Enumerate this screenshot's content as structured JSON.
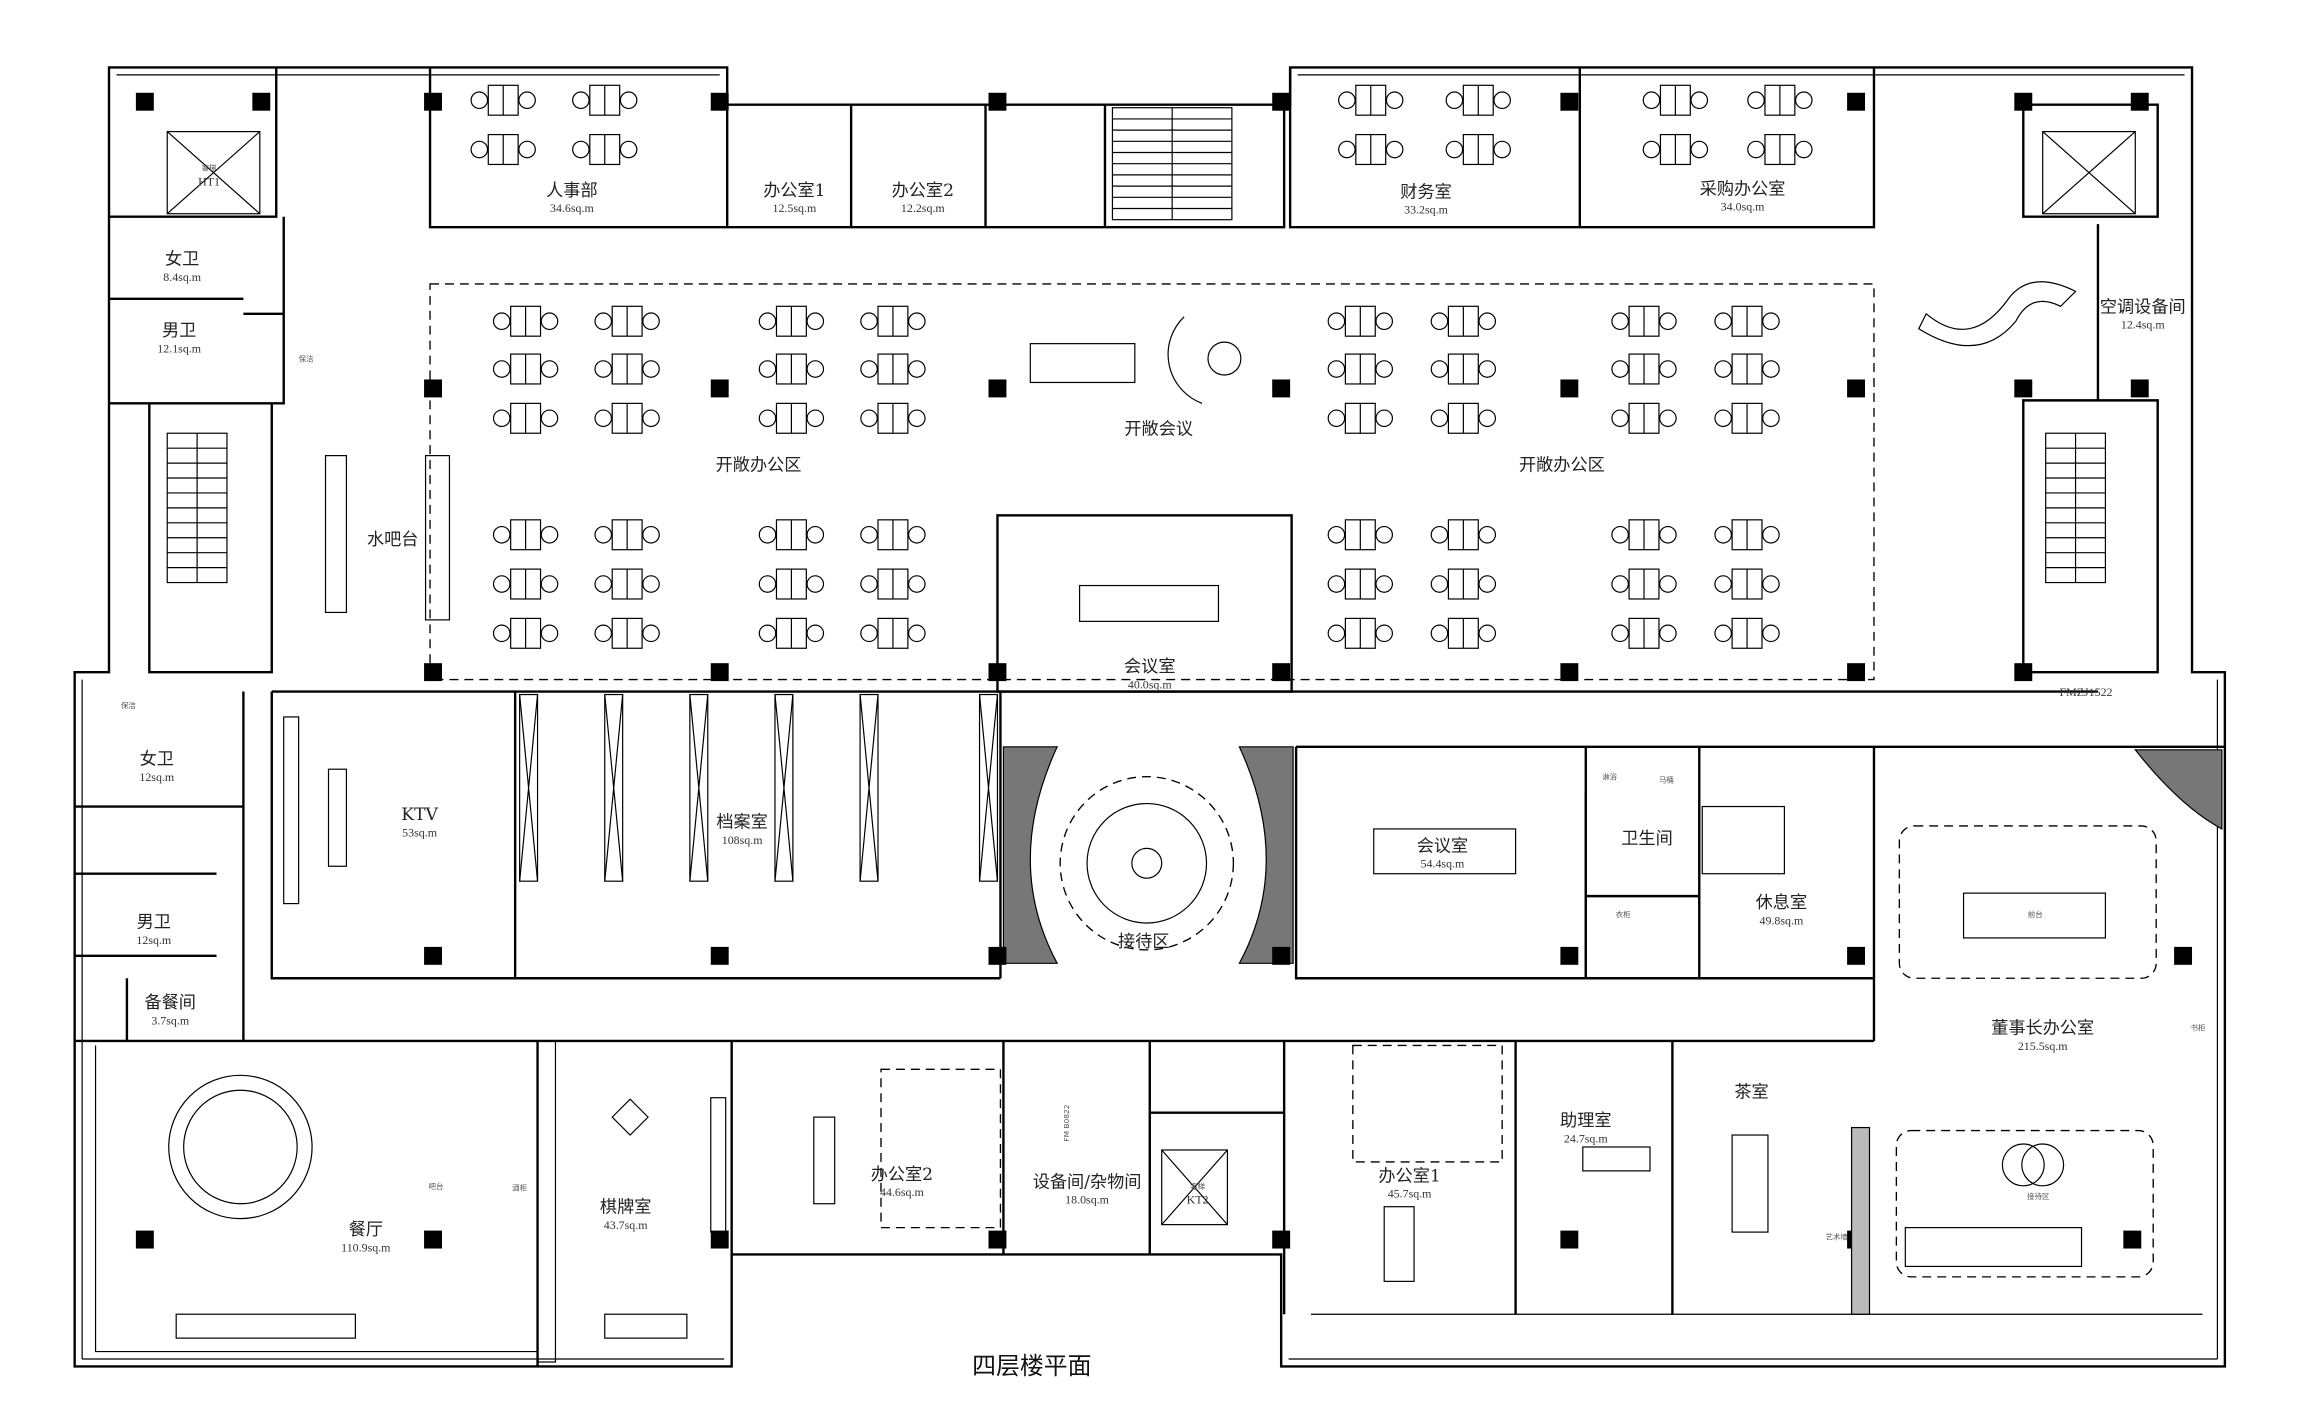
{
  "title": "四层楼平面",
  "rooms": {
    "hr": {
      "name": "人事部",
      "area": "34.6sq.m"
    },
    "office1_top": {
      "name": "办公室1",
      "area": "12.5sq.m"
    },
    "office2_top": {
      "name": "办公室2",
      "area": "12.2sq.m"
    },
    "finance": {
      "name": "财务室",
      "area": "33.2sq.m"
    },
    "purchasing": {
      "name": "采购办公室",
      "area": "34.0sq.m"
    },
    "women_wc_top": {
      "name": "女卫",
      "area": "8.4sq.m"
    },
    "men_wc_top": {
      "name": "男卫",
      "area": "12.1sq.m"
    },
    "hvac": {
      "name": "空调设备间",
      "area": "12.4sq.m"
    },
    "open_office_left": {
      "name": "开敞办公区"
    },
    "open_office_right": {
      "name": "开敞办公区"
    },
    "open_meeting": {
      "name": "开敞会议"
    },
    "water_bar": {
      "name": "水吧台"
    },
    "meeting_small": {
      "name": "会议室",
      "area": "40.0sq.m"
    },
    "women_wc_low": {
      "name": "女卫",
      "area": "12sq.m"
    },
    "men_wc_low": {
      "name": "男卫",
      "area": "12sq.m"
    },
    "pantry": {
      "name": "备餐间",
      "area": "3.7sq.m"
    },
    "ktv": {
      "name": "KTV",
      "area": "53sq.m"
    },
    "archive": {
      "name": "档案室",
      "area": "108sq.m"
    },
    "reception": {
      "name": "接待区"
    },
    "meeting_large": {
      "name": "会议室",
      "area": "54.4sq.m"
    },
    "washroom": {
      "name": "卫生间"
    },
    "rest": {
      "name": "休息室",
      "area": "49.8sq.m"
    },
    "chairman": {
      "name": "董事长办公室",
      "area": "215.5sq.m"
    },
    "dining": {
      "name": "餐厅",
      "area": "110.9sq.m"
    },
    "chess": {
      "name": "棋牌室",
      "area": "43.7sq.m"
    },
    "office2_low": {
      "name": "办公室2",
      "area": "44.6sq.m"
    },
    "equipment": {
      "name": "设备间/杂物间",
      "area": "18.0sq.m"
    },
    "office1_low": {
      "name": "办公室1",
      "area": "45.7sq.m"
    },
    "assistant": {
      "name": "助理室",
      "area": "24.7sq.m"
    },
    "tea": {
      "name": "茶室"
    }
  },
  "small_labels": {
    "elevator_left": "HT1",
    "elevator_left_cn": "客梯",
    "elevator_low": "KT2",
    "elevator_low_cn": "客梯",
    "fire_door_right": "FMZJ1522",
    "fire_door_low": "FM B0822",
    "cleaning_top": "保洁",
    "cleaning_low": "保洁",
    "shower": "淋浴",
    "toilet": "马桶",
    "wardrobe": "衣柜",
    "bar_counter": "吧台",
    "wine_cabinet": "酒柜",
    "art_wall": "艺术墙",
    "chairman_reception": "接待区",
    "front_desk": "前台",
    "bookshelf": "书柜"
  }
}
